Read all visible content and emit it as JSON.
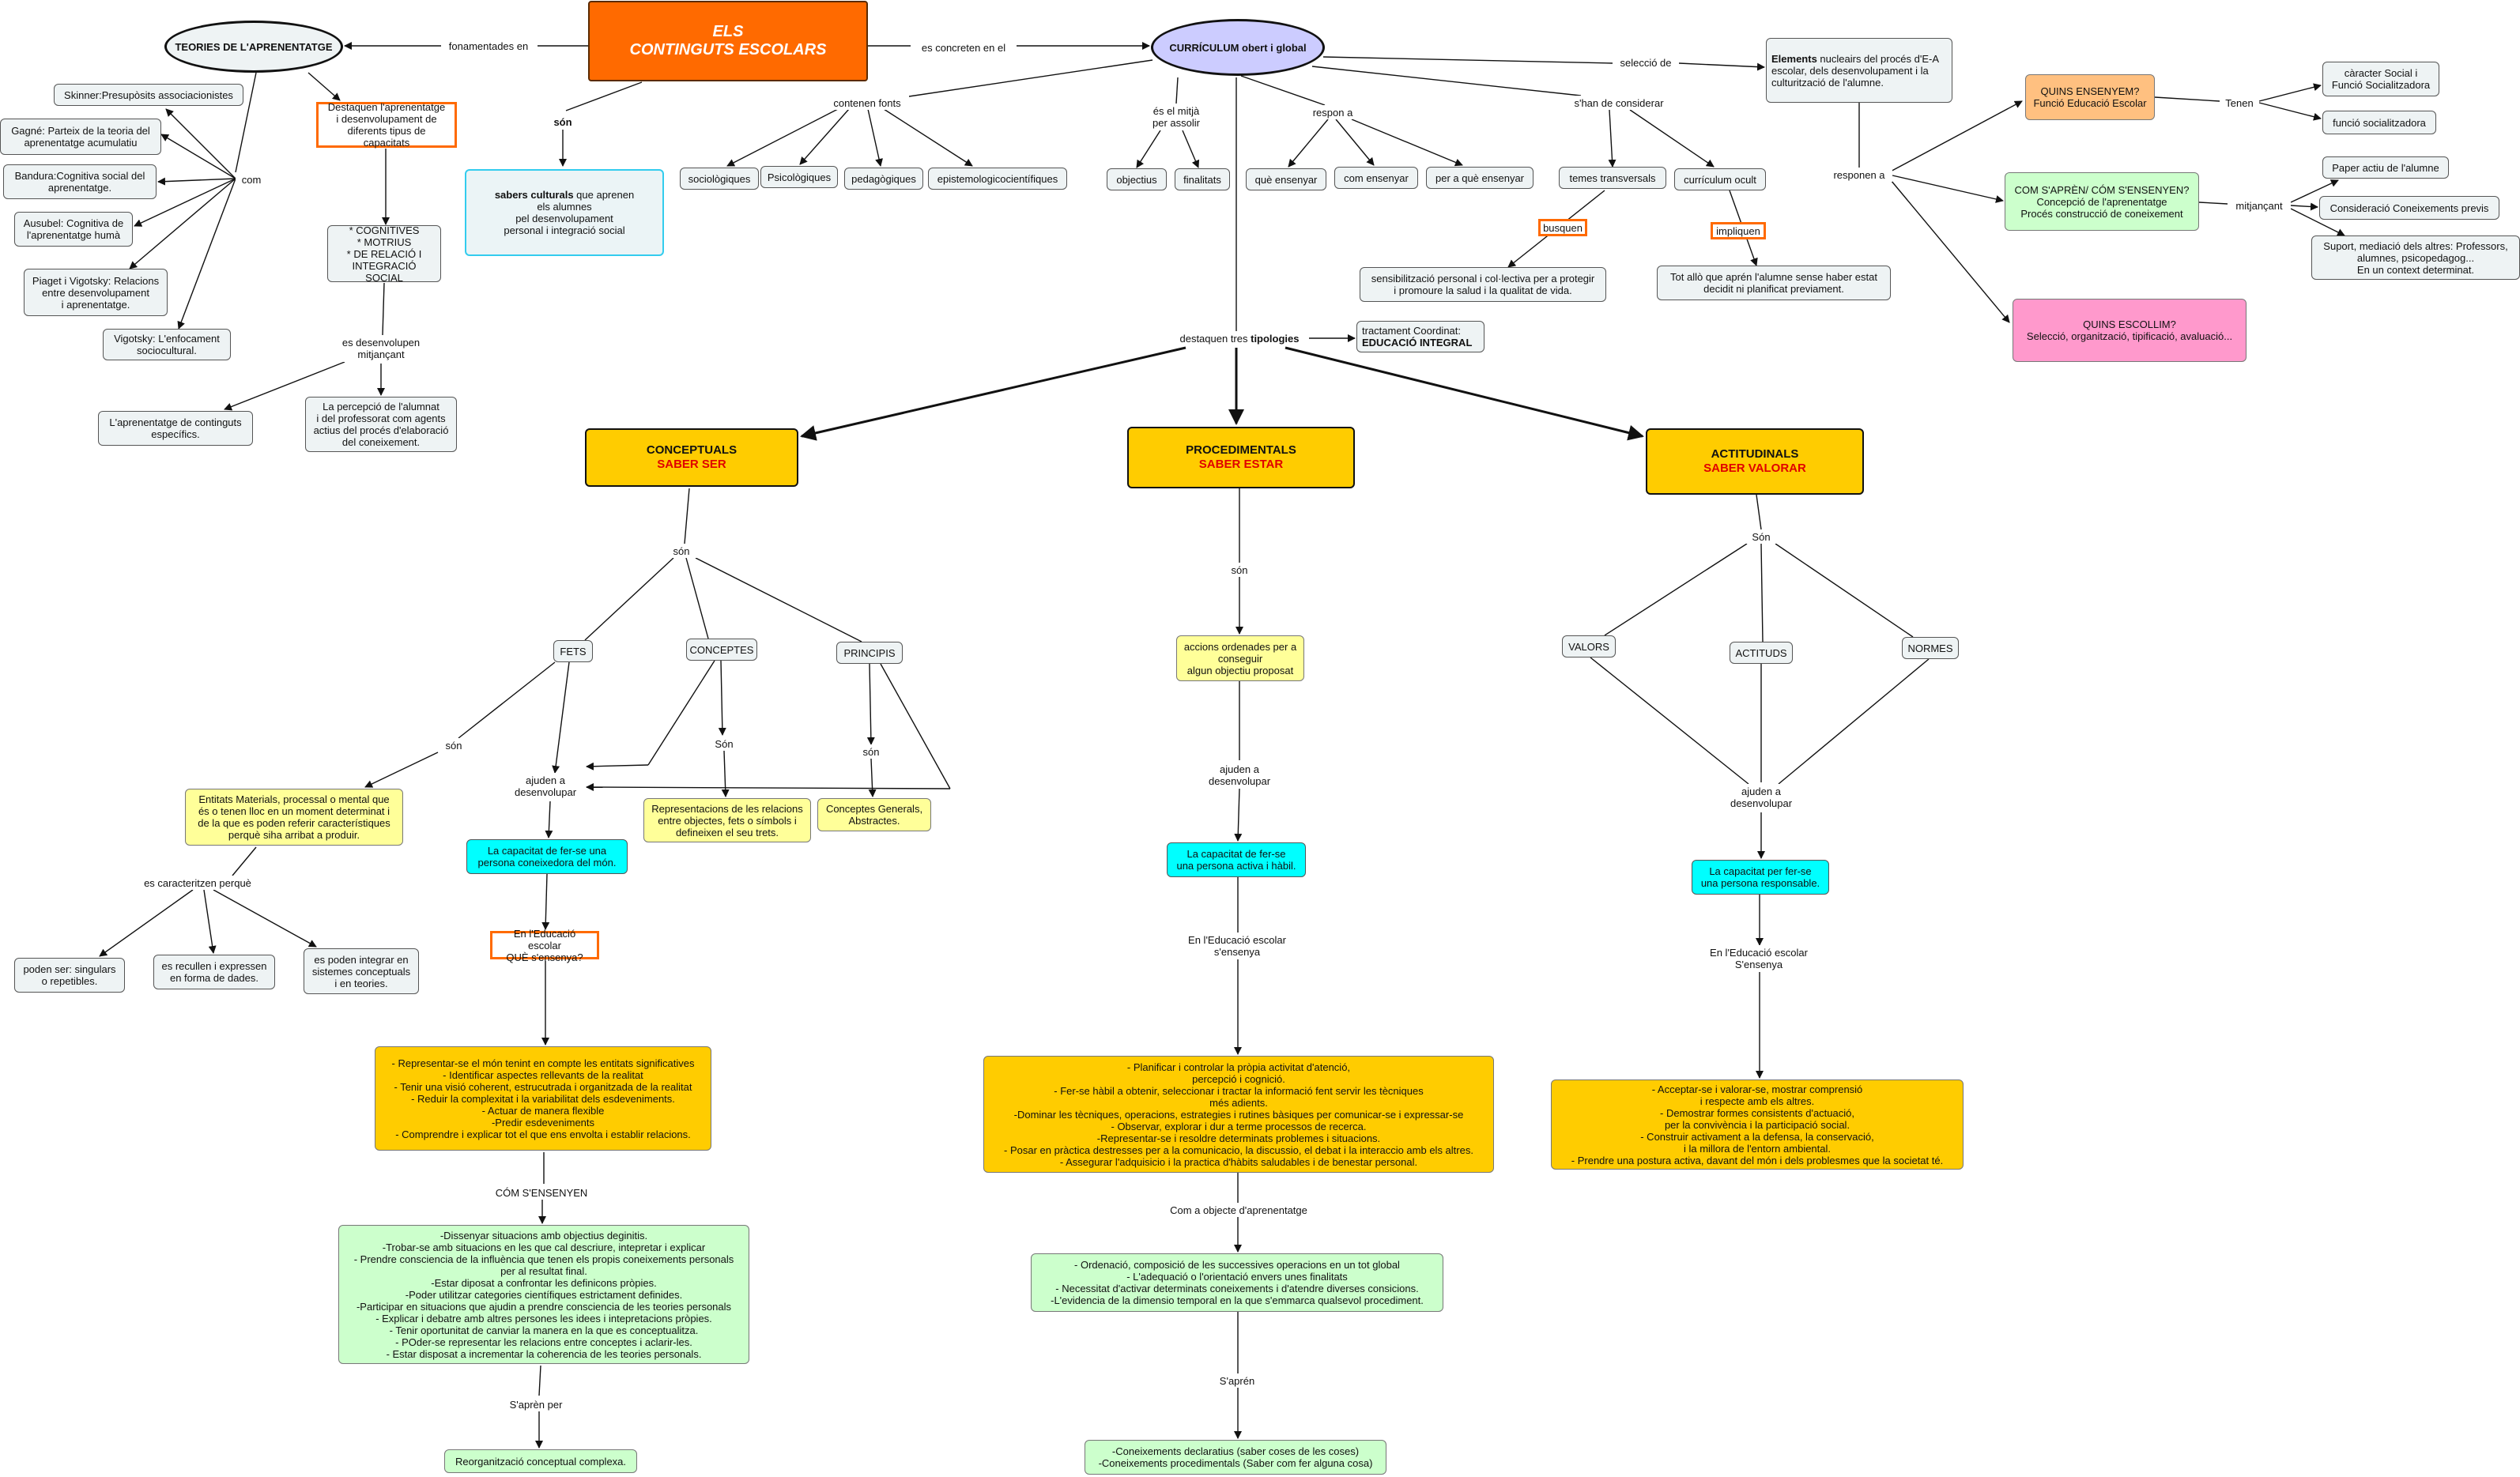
{
  "map": {
    "title": "ELS\nCONTINGUTS ESCOLARS",
    "teories": "TEORIES DE L'APRENENTATGE",
    "curriculum": "CURRÍCULUM obert i global",
    "labels": {
      "fonamentades": "fonamentades en",
      "concreten": "es concreten en el",
      "son_top": "són",
      "com": "com",
      "contenen": "contenen fonts",
      "mitja": "és el mitjà\n per assolir",
      "respon": "respon a",
      "considerar": "s'han de considerar",
      "seleccio": "selecció de",
      "responen": "responen a",
      "tenen": "Tenen",
      "mitjancant": "mitjançant",
      "desenvolupen": "es desenvolupen\nmitjançant",
      "destaquen_a": "destaquen tres ",
      "destaquen_b": "tipologies",
      "busquen": "busquen",
      "impliquen": "impliquen"
    },
    "saberscult_a": "sabers culturals",
    "saberscult_b": " que aprenen\n els alumnes\n pel desenvolupament\n personal i integració social",
    "theories": [
      "Skinner:Presupòsits associacionistes",
      "Gagné: Parteix de la teoria del\naprenentatge acumulatiu",
      "Bandura:Cognitiva social del\naprenentatge.",
      "Ausubel: Cognitiva de\nl'aprenentatge humà",
      "Piaget i Vigotsky: Relacions\nentre desenvolupament\ni aprenentatge.",
      "Vigotsky: L'enfocament\nsociocultural."
    ],
    "destaquen": "Destaquen l'aprenentatge\ni desenvolupament de\ndiferents tipus de capacitats",
    "capacitats": "* COGNITIVES\n* MOTRIUS\n* DE RELACIÓ I\nINTEGRACIÓ SOCIAL",
    "aprenentatge": "L'aprenentatge de continguts\nespecífics.",
    "percepcio": "La percepció de l'alumnat\ni del professorat com agents\nactius del procés d'elaboració\ndel coneixement.",
    "fonts": [
      "sociològiques",
      "Psicològiques",
      "pedagògiques",
      "epistemologicocientífiques"
    ],
    "mitja_items": [
      "objectius",
      "finalitats"
    ],
    "respon_items": [
      "què ensenyar",
      "com ensenyar",
      "per a què ensenyar"
    ],
    "considerar_items": [
      "temes transversals",
      "currículum ocult"
    ],
    "sensibilitzacio": "sensibilització personal i col·lectiva per a protegir\ni promoure la salud i la qualitat de vida.",
    "ocult_text": "Tot allò que aprén l'alumne sense haber estat\ndecidit ni planificat previament.",
    "elements_a": "Elements",
    "elements_b": " nucleairs del procés d'E-A escolar, dels desenvolupament i la culturització de l'alumne.",
    "quins_ensenyem": "QUINS ENSENYEM?\nFunció Educació Escolar",
    "com_aprenen": "COM S'APRÈN/ CÓM S'ENSENYEN?\nConcepció de l'aprenentatge\nProcés construcció de coneixement",
    "quins_escollim": "QUINS ESCOLLIM?\nSelecció, organització, tipificació, avaluació...",
    "tenen_items": [
      "càracter Social i\nFunció Socialitzadora",
      "funció socialitzadora"
    ],
    "mitjancant_items": [
      "Paper actiu de l'alumne",
      "Consideració Coneixements previs",
      "Suport, mediació dels altres: Professors,\nalumnes, psicopedagog...\nEn un context determinat."
    ],
    "tractament_a": "tractament Coordinat:",
    "tractament_b": "EDUCACIÓ INTEGRAL",
    "conceptuals": {
      "title": "CONCEPTUALS",
      "sub": "SABER SER",
      "son": "són",
      "items": [
        "FETS",
        "CONCEPTES",
        "PRINCIPIS"
      ],
      "son2": "són",
      "Son3": "Són",
      "son4": "són",
      "entitats": "Entitats Materials, processal o mental que\nés o tenen lloc en un moment determinat i\nde la que es poden referir característiques\nperquè siha arribat a produir.",
      "caracteritzen": "es caracteritzen perquè",
      "car_items": [
        "poden ser: singulars\no repetibles.",
        "es recullen i expressen\nen forma de dades.",
        "es poden integrar en\nsistemes conceptuals\ni en teories."
      ],
      "ajuden": "ajuden a\ndesenvolupar",
      "representacions": "Representacions de les relacions\nentre objectes, fets o símbols i\ndefineixen el seu trets.",
      "generals": "Conceptes Generals,\nAbstractes.",
      "capacitat": "La capacitat de fer-se una\npersona coneixedora del món.",
      "quensenya": "En l'Educació escolar\nQUÈ s'ensenya?",
      "what": "- Representar-se el món tenint en compte les entitats significatives\n- Identificar aspectes rellevants de la realitat\n- Tenir una visió coherent, estrucutrada i organitzada de la realitat\n- Reduir la complexitat i la variabilitat dels esdeveniments.\n- Actuar de manera flexible\n-Predir esdeveniments\n- Comprendre i explicar tot el que ens envolta i establir relacions.",
      "com_ensenyen": "CÓM S'ENSENYEN",
      "how": "-Dissenyar situacions amb objectius deginitis.\n-Trobar-se amb situacions en les que cal descriure, intepretar i explicar\n- Prendre consciencia de la influència que tenen els propis coneixements personals\nper al resultat final.\n-Estar diposat a confrontar les definicons pròpies.\n-Poder utilitzar categories científiques estrictament definides.\n-Participar en situacions que ajudin a prendre consciencia de les teories personals\n- Explicar i debatre amb altres persones les idees i intepretacions pròpies.\n- Tenir oportunitat de canviar la manera en la que es conceptualitza.\n- POder-se representar les relacions entre conceptes i aclarir-les.\n- Estar disposat a incrementar la coherencia de les teories personals.",
      "apren": "S'aprèn per",
      "reorg": "Reorganització conceptual complexa."
    },
    "procedimentals": {
      "title": "PROCEDIMENTALS",
      "sub": "SABER ESTAR",
      "son": "són",
      "accions": "accions ordenades per a\nconseguir\nalgun objectiu proposat",
      "ajuden": "ajuden a\ndesenvolupar",
      "capacitat": "La capacitat de fer-se\nuna persona activa i hàbil.",
      "ensenya": "En l'Educació escolar\ns'ensenya",
      "what": "- Planificar i controlar la pròpia activitat d'atenció,\npercepció i cognició.\n- Fer-se hàbil a obtenir, seleccionar i tractar la informació fent servir les tècniques\nmés adients.\n-Dominar les tècniques, operacions, estrategies i rutines bàsiques per comunicar-se i expressar-se\n- Observar, explorar i dur a terme processos de recerca.\n-Representar-se i resoldre determinats problemes i situacions.\n- Posar en pràctica destresses per a la comunicacio, la discussio, el debat i la interaccio amb els altres.\n- Assegurar l'adquisicio i la practica d'hàbits saludables i de benestar personal.",
      "objecte": "Com a objecte d'aprenentatge",
      "how": "- Ordenació, composició de les successives operacions en un tot global\n- L'adequació o l'orientació envers unes finalitats\n- Necessitat d'activar determinats coneixements i d'atendre diverses consicions.\n-L'evidencia de la dimensio temporal en la que s'emmarca qualsevol procediment.",
      "apren": "S'aprén",
      "coneixements": "-Coneixements declaratius (saber coses de les coses)\n-Coneixements procedimentals (Saber com fer alguna cosa)"
    },
    "actitudinals": {
      "title": "ACTITUDINALS",
      "sub": "SABER VALORAR",
      "son": "Són",
      "items": [
        "VALORS",
        "ACTITUDS",
        "NORMES"
      ],
      "ajuden": "ajuden a\ndesenvolupar",
      "capacitat": "La capacitat per fer-se\nuna persona responsable.",
      "ensenya": "En l'Educació escolar\nS'ensenya",
      "what": "- Acceptar-se i valorar-se, mostrar comprensió\ni respecte amb els altres.\n- Demostrar formes consistents d'actuació,\nper la convivència i la participació social.\n- Construir activament a la defensa, la conservació,\ni la millora de l'entorn ambiental.\n- Prendre una postura activa, davant del món i dels problesmes que la societat té."
    }
  }
}
